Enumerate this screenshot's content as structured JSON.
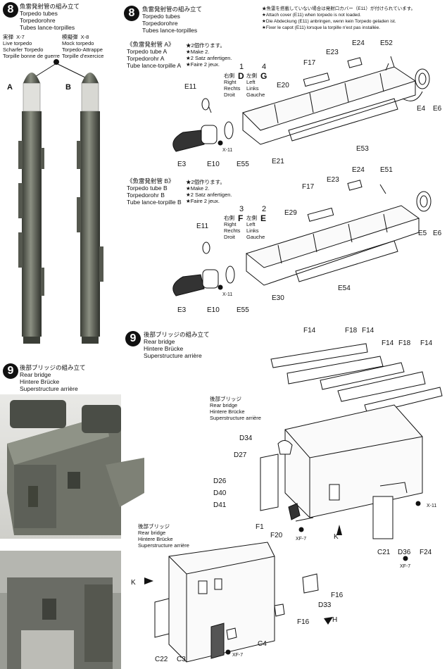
{
  "step8_left": {
    "number": "8",
    "title_jp": "魚雷発射管の組み立て",
    "title_en": "Torpedo tubes",
    "title_de": "Torpedorohre",
    "title_fr": "Tubes lance-torpilles",
    "live": {
      "jp": "実弾  X-7",
      "en": "Live torpedo",
      "de": "Scharfer Torpedo",
      "fr": "Torpille bonne de guerre"
    },
    "mock": {
      "jp": "模擬弾  X-8",
      "en": "Mock torpedo",
      "de": "Torpedo-Attrappe",
      "fr": "Torpille d'exercice"
    },
    "label_a": "A",
    "label_b": "B"
  },
  "step9_left": {
    "number": "9",
    "title_jp": "後部ブリッジの組み立て",
    "title_en": "Rear bridge",
    "title_de": "Hintere Brücke",
    "title_fr": "Superstructure arrière"
  },
  "step8_right": {
    "number": "8",
    "title_jp": "魚雷発射管の組み立て",
    "title_en": "Torpedo tubes",
    "title_de": "Torpedorohre",
    "title_fr": "Tubes lance-torpilles",
    "note_jp": "★魚雷を搭載していない場合は発射口カバー（E11）が付けられています。",
    "note_en": "★Attach cover (E11) when torpedo is not loaded.",
    "note_de": "★Die Abdeckung (E11) anbringen, wenn kein Torpedo geladen ist.",
    "note_fr": "★Fixer le capot (E11) lorsque la torpille n'est pas installée.",
    "tube_a": {
      "title_jp": "《魚雷発射管 A》",
      "title_en": "Torpedo tube A",
      "title_de": "Torpedorohr A",
      "title_fr": "Tube lance-torpille A",
      "make_jp": "★2個作ります。",
      "make_en": "★Make 2.",
      "make_de": "★2 Satz anfertigen.",
      "make_fr": "★Faire 2 jeux.",
      "right_num": "1",
      "right_part": "D",
      "left_num": "4",
      "left_part": "G",
      "right_words": "右側\nRight\nRechts\nDroit",
      "left_words": "左側\nLeft\nLinks\nGauche"
    },
    "tube_b": {
      "title_jp": "《魚雷発射管 B》",
      "title_en": "Torpedo tube B",
      "title_de": "Torpedorohr B",
      "title_fr": "Tube lance-torpille B",
      "make_jp": "★2個作ります。",
      "make_en": "★Make 2.",
      "make_de": "★2 Satz anfertigen.",
      "make_fr": "★Faire 2 jeux.",
      "right_num": "3",
      "right_part": "F",
      "left_num": "2",
      "left_part": "E",
      "right_words": "右側\nRight\nRechts\nDroit",
      "left_words": "左側\nLeft\nLinks\nGauche"
    },
    "parts_a": [
      "E11",
      "F17",
      "E23",
      "E24",
      "E52",
      "E20",
      "E4",
      "E6",
      "E21",
      "E53",
      "E3",
      "E10",
      "X-11",
      "E55"
    ],
    "parts_b": [
      "F17",
      "E23",
      "E24",
      "E51",
      "E29",
      "E11",
      "E5",
      "E6",
      "E30",
      "E54",
      "E3",
      "E10",
      "X-11",
      "E55"
    ]
  },
  "step9_right": {
    "number": "9",
    "title_jp": "後部ブリッジの組み立て",
    "title_en": "Rear bridge",
    "title_de": "Hintere Brücke",
    "title_fr": "Superstructure arrière",
    "bridge_label_jp": "後部ブリッジ",
    "bridge_label_en": "Rear bridge",
    "bridge_label_de": "Hintere Brücke",
    "bridge_label_fr": "Superstructure arrière",
    "parts_upper": [
      "F14",
      "F18",
      "F14",
      "F14",
      "F18",
      "F14",
      "D34",
      "D27",
      "D26",
      "D40",
      "D41",
      "F1",
      "F20",
      "XF-7",
      "K",
      "C21",
      "D36",
      "XF-7",
      "F24",
      "X-11"
    ],
    "parts_lower": [
      "K",
      "F16",
      "D33",
      "F16",
      "H",
      "C4",
      "C22",
      "C3",
      "XF-7"
    ]
  }
}
